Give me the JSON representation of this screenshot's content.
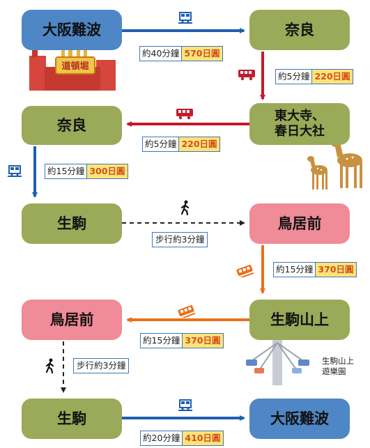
{
  "nodes": {
    "n1": "大阪難波",
    "n2": "奈良",
    "n3": "東大寺、\n春日大社",
    "n4": "奈良",
    "n5": "生駒",
    "n6": "鳥居前",
    "n7": "生駒山上",
    "n8": "鳥居前",
    "n9": "生駒",
    "n10": "大阪難波"
  },
  "legs": {
    "l1": {
      "time": "約40分鐘",
      "price": "570日圓"
    },
    "l2": {
      "time": "約5分鐘",
      "price": "220日圓"
    },
    "l3": {
      "time": "約5分鐘",
      "price": "220日圓"
    },
    "l4": {
      "time": "約15分鐘",
      "price": "300日圓"
    },
    "l5": {
      "text": "步行約3分鐘"
    },
    "l6": {
      "time": "約15分鐘",
      "price": "370日圓"
    },
    "l7": {
      "time": "約15分鐘",
      "price": "370日圓"
    },
    "l8": {
      "text": "步行約3分鐘"
    },
    "l9": {
      "time": "約20分鐘",
      "price": "410日圓"
    }
  },
  "signs": {
    "dotonbori": "道頓堀"
  },
  "attraction": {
    "label": "生駒山上\n遊樂園"
  },
  "colors": {
    "blue_line": "#1f5fb0",
    "red_line": "#c41a2c",
    "orange_line": "#e8701a",
    "walk_line": "#222222",
    "node_green": "#9aaa59",
    "node_blue": "#4f86c6",
    "node_pink": "#f08b98"
  },
  "icons": [
    "train-icon",
    "bus-icon",
    "walking-person-icon",
    "cable-car-icon",
    "deer-illustration",
    "dotonbori-sign-illustration",
    "amusement-ride-illustration"
  ]
}
